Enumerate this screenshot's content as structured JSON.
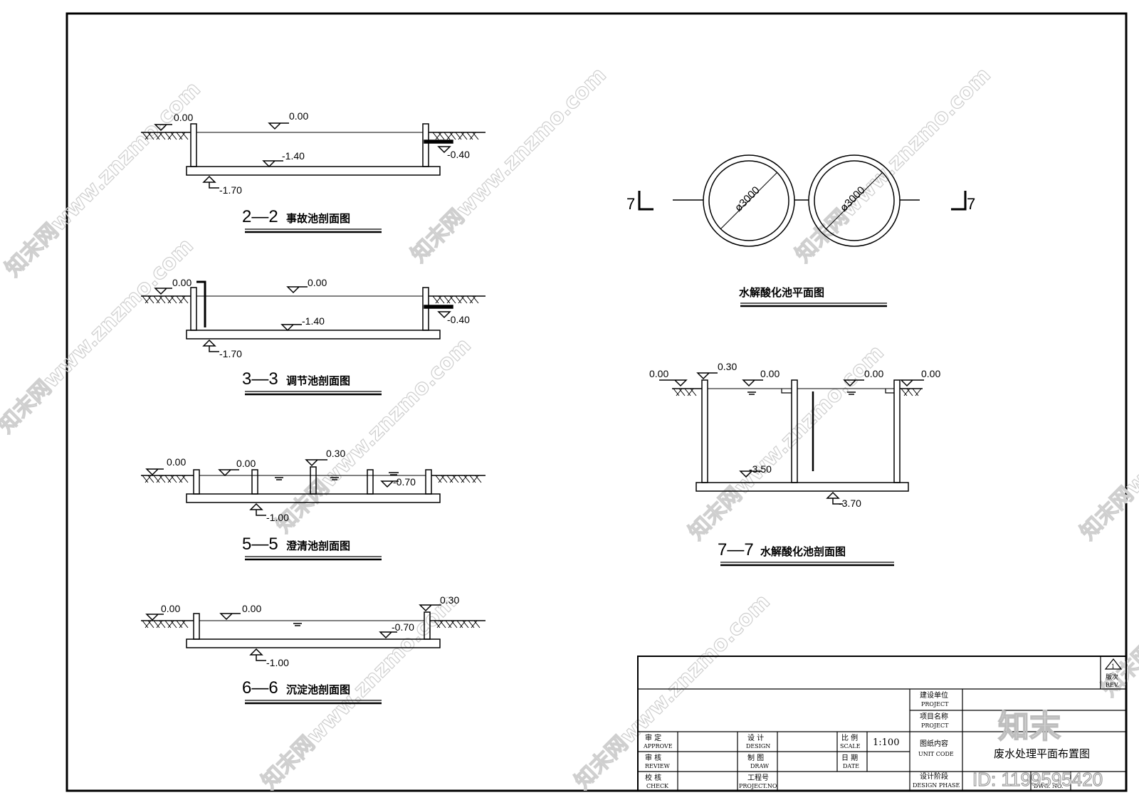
{
  "drawing": {
    "sections": [
      {
        "id": "2-2",
        "number": "2—2",
        "name": "事故池剖面图",
        "levels": [
          "0.00",
          "0.00",
          "-1.40",
          "-0.40",
          "-1.70"
        ]
      },
      {
        "id": "3-3",
        "number": "3—3",
        "name": "调节池剖面图",
        "levels": [
          "0.00",
          "0.00",
          "-1.40",
          "-0.40",
          "-1.70"
        ]
      },
      {
        "id": "5-5",
        "number": "5—5",
        "name": "澄清池剖面图",
        "levels": [
          "0.00",
          "0.00",
          "0.30",
          "-0.70",
          "-1.00"
        ]
      },
      {
        "id": "6-6",
        "number": "6—6",
        "name": "沉淀池剖面图",
        "levels": [
          "0.00",
          "0.00",
          "0.30",
          "-0.70",
          "-1.00"
        ]
      }
    ],
    "plan": {
      "title": "水解酸化池平面图",
      "diameter_1": "ø3000",
      "diameter_2": "ø3000",
      "cut_mark_left": "7",
      "cut_mark_right": "7"
    },
    "section7": {
      "number": "7—7",
      "name": "水解酸化池剖面图",
      "levels": [
        "0.00",
        "0.30",
        "0.00",
        "0.00",
        "0.00",
        "-3.50",
        "-3.70"
      ]
    }
  },
  "title_block": {
    "revision_number": "1",
    "revision_cn": "版次",
    "revision_en": "REV.",
    "rows": [
      {
        "cn": "审 定",
        "en": "APPROVE"
      },
      {
        "cn": "审 核",
        "en": "REVIEW"
      },
      {
        "cn": "校 核",
        "en": "CHECK"
      }
    ],
    "rows_mid": [
      {
        "cn": "设 计",
        "en": "DESIGN"
      },
      {
        "cn": "制 图",
        "en": "DRAW"
      },
      {
        "cn": "工程号",
        "en": "PROJECT.NO"
      }
    ],
    "rows_right": [
      {
        "cn": "比 例",
        "en": "SCALE"
      },
      {
        "cn": "日 期",
        "en": "DATE"
      }
    ],
    "scale_value": "1:100",
    "info_rows": [
      {
        "cn": "建设单位",
        "en": "PROJECT"
      },
      {
        "cn": "项目名称",
        "en": "PROJECT"
      },
      {
        "cn": "图纸内容",
        "en": "UNIT CODE"
      },
      {
        "cn": "设计阶段",
        "en": "DESIGN PHASE"
      }
    ],
    "drawing_content": "废水处理平面布置图",
    "dwg_no_label": "DWG. NO."
  },
  "watermark": {
    "text": "www.znzmo.com",
    "brand_cn": "知末网",
    "logo_cn": "知末",
    "id_text": "ID: 1199595420"
  }
}
